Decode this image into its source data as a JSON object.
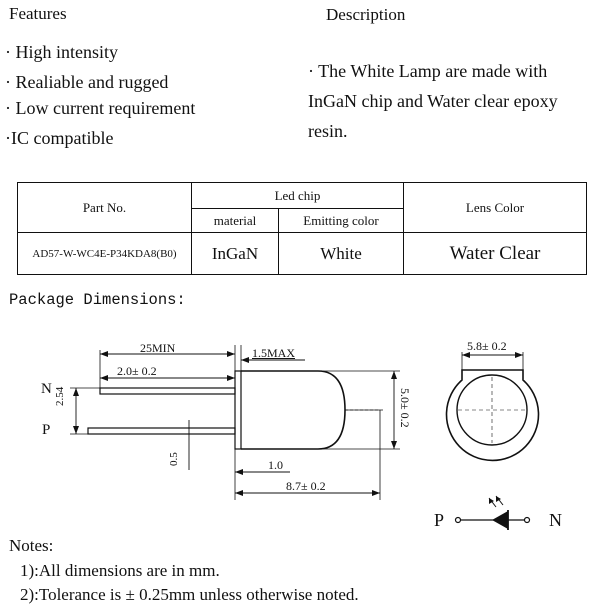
{
  "features": {
    "heading": "Features",
    "items": [
      "· High intensity",
      "· Realiable and rugged",
      "· Low current requirement",
      "·IC compatible"
    ]
  },
  "description": {
    "heading": "Description",
    "text": "· The White Lamp are made with InGaN chip and Water clear epoxy resin."
  },
  "spec_table": {
    "part_no_header": "Part No.",
    "led_chip_header": "Led chip",
    "material_header": "material",
    "emitting_color_header": "Emitting color",
    "lens_color_header": "Lens Color",
    "part_no": "AD57-W-WC4E-P34KDA8(B0)",
    "material": "InGaN",
    "emitting_color": "White",
    "lens_color": "Water Clear"
  },
  "package": {
    "heading": "Package Dimensions:",
    "dims": {
      "lead_length": "25MIN",
      "flange": "1.5MAX",
      "lead_to_body": "2.0± 0.2",
      "pitch": "2.54",
      "lead_width": "0.5",
      "flange_thickness": "1.0",
      "body_length": "8.7± 0.2",
      "body_diameter_side": "5.0± 0.2",
      "flange_diameter": "5.8± 0.2"
    },
    "pin_n": "N",
    "pin_p": "P",
    "symbol_p": "P",
    "symbol_n": "N"
  },
  "notes": {
    "heading": "Notes:",
    "items": [
      "1):All dimensions are in mm.",
      "2):Tolerance is ± 0.25mm unless otherwise noted."
    ]
  }
}
